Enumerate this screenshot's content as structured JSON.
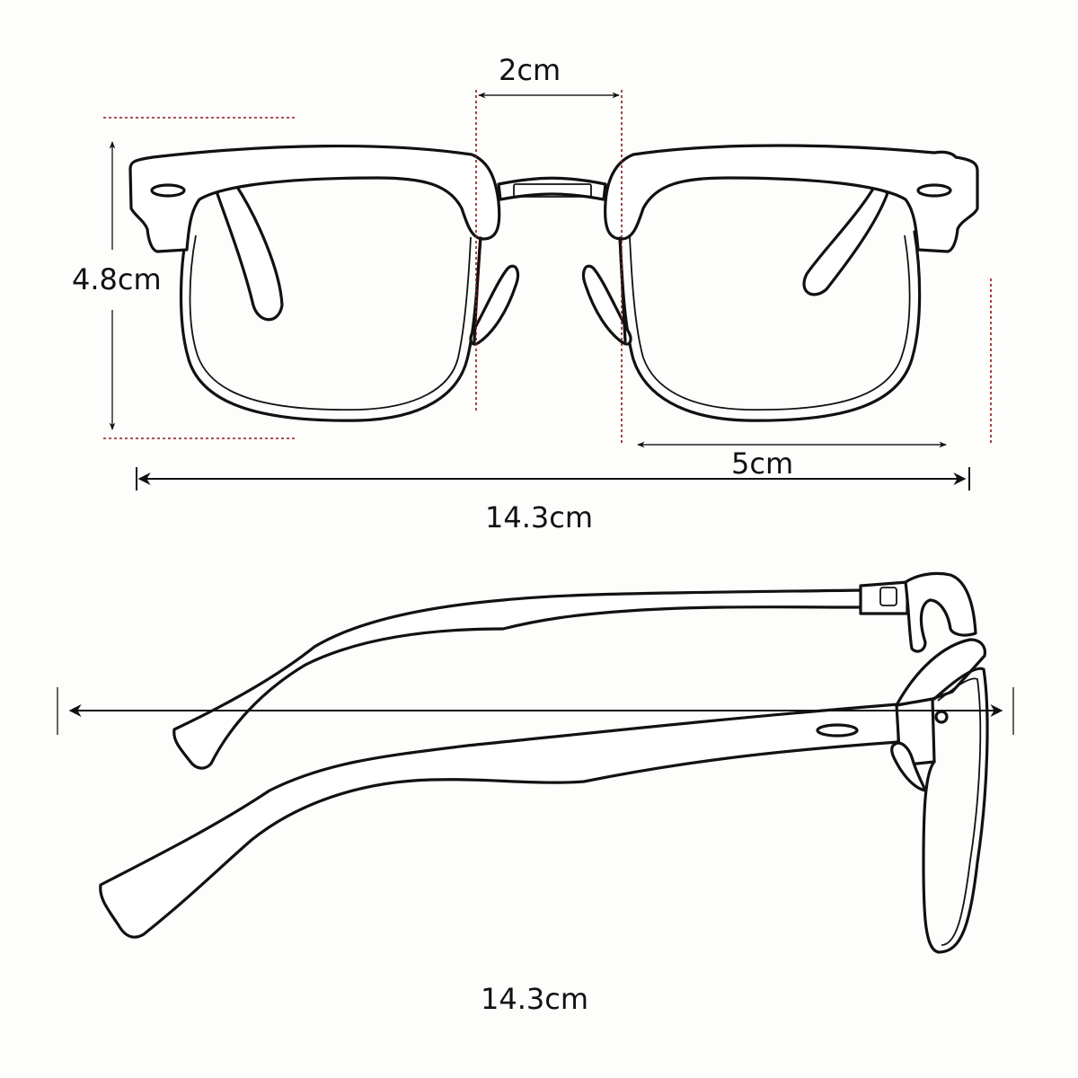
{
  "diagram": {
    "subject": "Browline (half-rim) eyeglasses dimension diagram",
    "views": [
      "front-view",
      "side-view"
    ],
    "colors": {
      "background": "#fdfdfb",
      "outline": "#111111",
      "guide_lines": "#8b1a1a"
    }
  },
  "front_view": {
    "dimensions": {
      "bridge_width": "2cm",
      "lens_height": "4.8cm",
      "lens_width": "5cm",
      "frame_width": "14.3cm"
    }
  },
  "side_view": {
    "dimensions": {
      "temple_length": "14.3cm"
    }
  }
}
